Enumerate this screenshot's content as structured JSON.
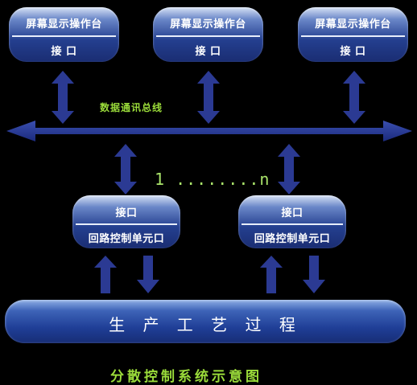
{
  "title": "分散控制系统示意图",
  "bus_label": "数据通讯总线",
  "range_label": "1 ........n",
  "operator_stations": [
    {
      "top": "屏幕显示操作台",
      "bottom": "接 口"
    },
    {
      "top": "屏幕显示操作台",
      "bottom": "接 口"
    },
    {
      "top": "屏幕显示操作台",
      "bottom": "接 口"
    }
  ],
  "control_units": [
    {
      "top": "接口",
      "bottom": "回路控制单元口"
    },
    {
      "top": "接口",
      "bottom": "回路控制单元口"
    }
  ],
  "process": "生 产 工 艺 过 程",
  "colors": {
    "background": "#000000",
    "bus_blue": "#1f2f86",
    "arrow_blue": "#2b3a93",
    "label_green": "#9bdc3a"
  }
}
